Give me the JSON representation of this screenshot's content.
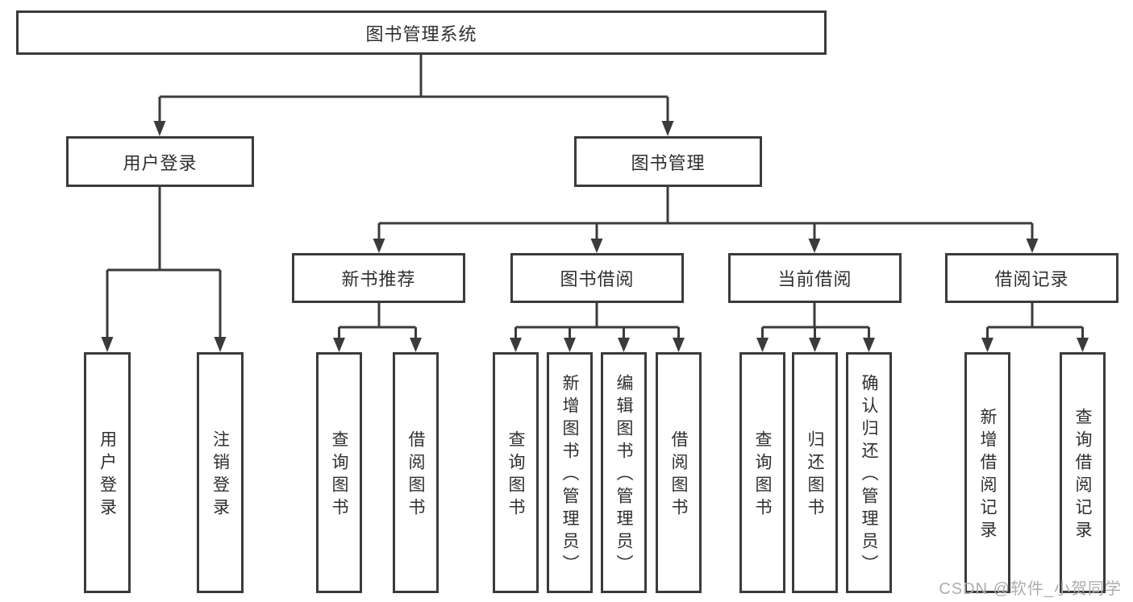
{
  "diagram": {
    "type": "hierarchy-tree",
    "watermark": "CSDN @软件_小贺同学",
    "colors": {
      "line": "#3b3b3b",
      "box_border": "#3b3b3b",
      "box_fill": "#ffffff",
      "text": "#2f2f2f",
      "watermark": "#adadad",
      "background": "#ffffff"
    },
    "tree": {
      "label": "图书管理系统",
      "children": [
        {
          "label": "用户登录",
          "children": [
            {
              "label": "用户登录"
            },
            {
              "label": "注销登录"
            }
          ]
        },
        {
          "label": "图书管理",
          "children": [
            {
              "label": "新书推荐",
              "children": [
                {
                  "label": "查询图书"
                },
                {
                  "label": "借阅图书"
                }
              ]
            },
            {
              "label": "图书借阅",
              "children": [
                {
                  "label": "查询图书"
                },
                {
                  "label": "新增图书（管理员）"
                },
                {
                  "label": "编辑图书（管理员）"
                },
                {
                  "label": "借阅图书"
                }
              ]
            },
            {
              "label": "当前借阅",
              "children": [
                {
                  "label": "查询图书"
                },
                {
                  "label": "归还图书"
                },
                {
                  "label": "确认归还（管理员）"
                }
              ]
            },
            {
              "label": "借阅记录",
              "children": [
                {
                  "label": "新增借阅记录"
                },
                {
                  "label": "查询借阅记录"
                }
              ]
            }
          ]
        }
      ]
    }
  }
}
